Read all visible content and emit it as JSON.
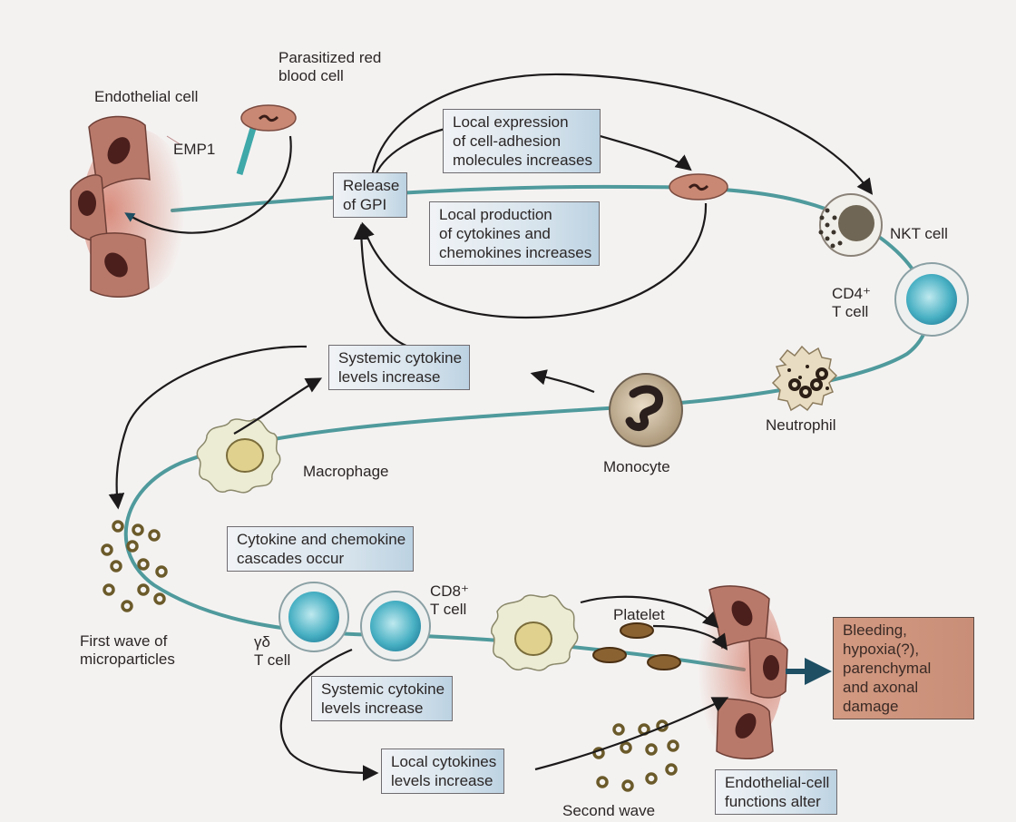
{
  "labels": {
    "endothelial_cell": "Endothelial cell",
    "parasitized_rbc": "Parasitized red\nblood cell",
    "emp1": "EMP1",
    "nkt_cell": "NKT cell",
    "cd4_t_cell": "CD4⁺\nT cell",
    "neutrophil": "Neutrophil",
    "monocyte": "Monocyte",
    "macrophage": "Macrophage",
    "first_wave": "First wave of\nmicroparticles",
    "gd_t_cell": "γδ\nT cell",
    "cd8_t_cell": "CD8⁺\nT cell",
    "platelet": "Platelet",
    "second_wave": "Second wave"
  },
  "boxes": {
    "release_gpi": "Release\nof GPI",
    "adhesion": "Local expression\nof cell-adhesion\nmolecules increases",
    "local_cytokines": "Local production\nof cytokines and\nchemokines increases",
    "systemic_1": "Systemic cytokine\nlevels increase",
    "cascades": "Cytokine and chemokine\ncascades occur",
    "systemic_2": "Systemic cytokine\nlevels increase",
    "local_cytokine_levels": "Local cytokines\nlevels increase",
    "endothelial_functions": "Endothelial-cell\nfunctions alter",
    "outcome": "Bleeding,\nhypoxia(?),\nparenchymal\nand axonal\ndamage"
  },
  "colors": {
    "vessel": "#4f9a9c",
    "endothelium": "#b46a5a",
    "blue_box": "#c6dae6",
    "outcome_box": "#c98e77",
    "background": "#f4f2f1"
  }
}
